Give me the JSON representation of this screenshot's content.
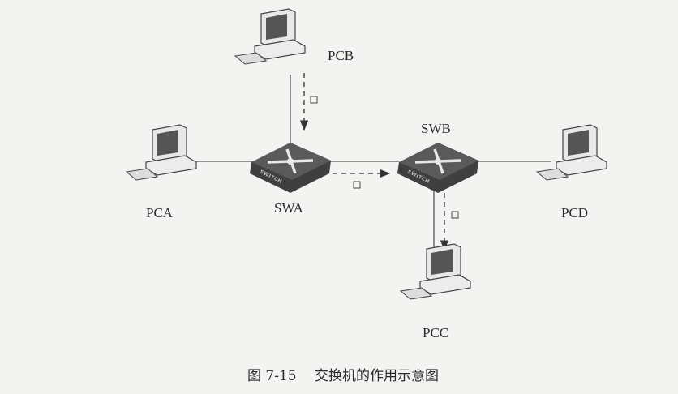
{
  "nodes": {
    "pcb": "PCB",
    "pca": "PCA",
    "pcd": "PCD",
    "pcc": "PCC",
    "swa": "SWA",
    "swb": "SWB"
  },
  "switch_badge": "SWITCH",
  "caption": "图 7-15　 交换机的作用示意图",
  "colors": {
    "switch": "#4a4a4a",
    "line": "#555555",
    "background": "#f3f3f1"
  }
}
